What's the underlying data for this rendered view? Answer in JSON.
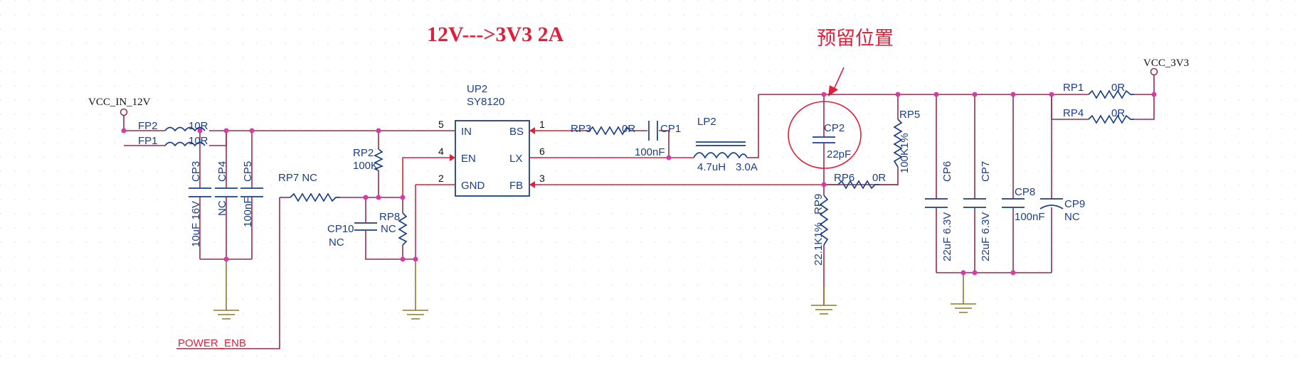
{
  "title": "12V--->3V3 2A",
  "note": "预留位置",
  "nets": {
    "vin": "VCC_IN_12V",
    "vout": "VCC_3V3",
    "enable": "POWER_ENB"
  },
  "ic": {
    "ref": "UP2",
    "part": "SY8120",
    "pins": [
      {
        "num": "5",
        "name": "IN"
      },
      {
        "num": "4",
        "name": "EN"
      },
      {
        "num": "2",
        "name": "GND"
      },
      {
        "num": "1",
        "name": "BS"
      },
      {
        "num": "6",
        "name": "LX"
      },
      {
        "num": "3",
        "name": "FB"
      }
    ]
  },
  "components": {
    "FP2": {
      "ref": "FP2",
      "value": "10R"
    },
    "FP1": {
      "ref": "FP1",
      "value": "10R"
    },
    "CP3": {
      "ref": "CP3",
      "value": "10uF 16V"
    },
    "CP4": {
      "ref": "CP4",
      "value": "NC"
    },
    "CP5": {
      "ref": "CP5",
      "value": "100nF"
    },
    "RP7": {
      "ref": "RP7 NC"
    },
    "CP10": {
      "ref": "CP10",
      "value": "NC"
    },
    "RP8": {
      "ref": "RP8",
      "value": "NC"
    },
    "RP2": {
      "ref": "RP2",
      "value": "100K"
    },
    "RP3": {
      "ref": "RP3",
      "value": "0R"
    },
    "CP1": {
      "ref": "CP1",
      "value": "100nF"
    },
    "LP2": {
      "ref": "LP2",
      "value": "4.7uH",
      "rating": "3.0A"
    },
    "CP2": {
      "ref": "CP2",
      "value": "22pF"
    },
    "RP5": {
      "ref": "RP5",
      "value": "100K1%"
    },
    "RP6": {
      "ref": "RP6",
      "value": "0R"
    },
    "RP9": {
      "ref": "RP9",
      "value": "22.1K1%"
    },
    "CP6": {
      "ref": "CP6",
      "value": "22uF 6.3V"
    },
    "CP7": {
      "ref": "CP7",
      "value": "22uF 6.3V"
    },
    "CP8": {
      "ref": "CP8",
      "value": "100nF"
    },
    "CP9": {
      "ref": "CP9",
      "value": "NC"
    },
    "RP1": {
      "ref": "RP1",
      "value": "0R"
    },
    "RP4": {
      "ref": "RP4",
      "value": "0R"
    }
  },
  "colors": {
    "wire": "#9a2a4a",
    "component": "#1b3f86",
    "highlight": "#e0203a",
    "junction": "#d63ba8",
    "ground": "#8a7a2a"
  }
}
